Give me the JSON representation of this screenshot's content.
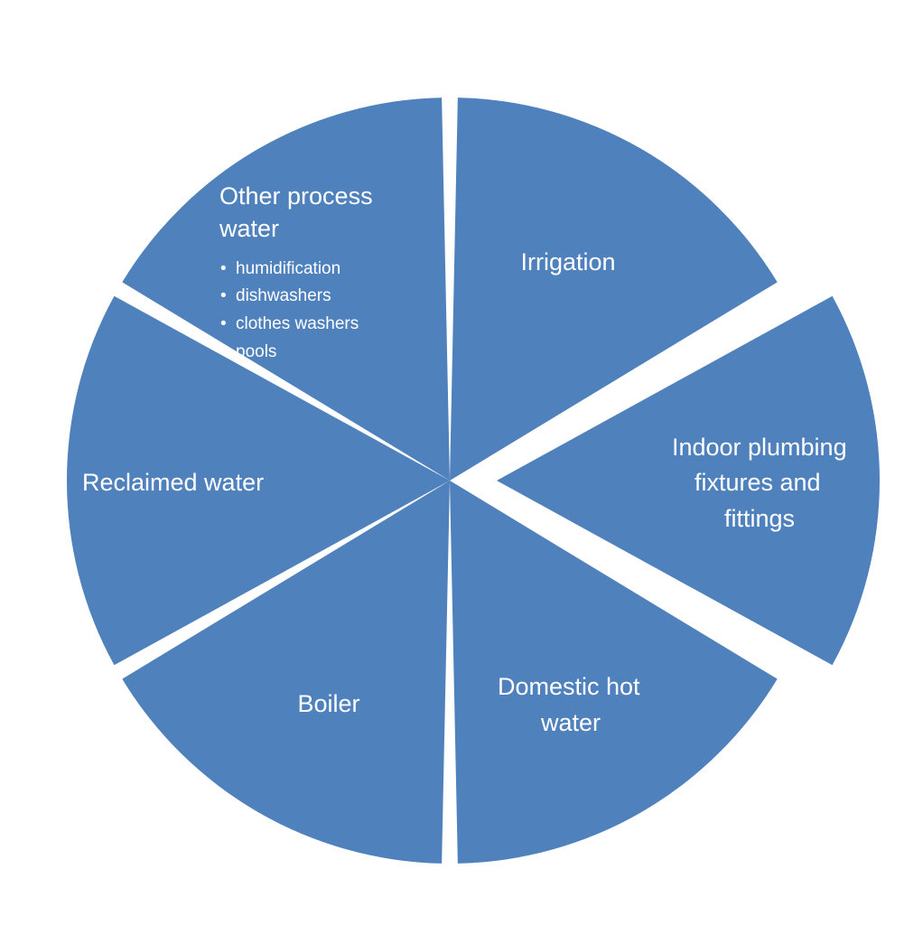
{
  "diagram": {
    "fill_color": "#4f81bd",
    "text_color": "#ffffff",
    "segments": [
      {
        "id": "irrigation",
        "title_lines": [
          "Irrigation"
        ],
        "bullets": [],
        "exploded": false
      },
      {
        "id": "indoor-plumbing",
        "title_lines": [
          "Indoor plumbing",
          "fixtures and",
          "fittings"
        ],
        "bullets": [],
        "exploded": true
      },
      {
        "id": "domestic-hot-water",
        "title_lines": [
          "Domestic hot",
          "water"
        ],
        "bullets": [],
        "exploded": false
      },
      {
        "id": "boiler",
        "title_lines": [
          "Boiler"
        ],
        "bullets": [],
        "exploded": false
      },
      {
        "id": "reclaimed-water",
        "title_lines": [
          "Reclaimed water"
        ],
        "bullets": [],
        "exploded": false
      },
      {
        "id": "other-process-water",
        "title_lines": [
          "Other process",
          "water"
        ],
        "bullets": [
          "humidification",
          "dishwashers",
          "clothes washers",
          "pools"
        ],
        "exploded": false
      }
    ]
  }
}
